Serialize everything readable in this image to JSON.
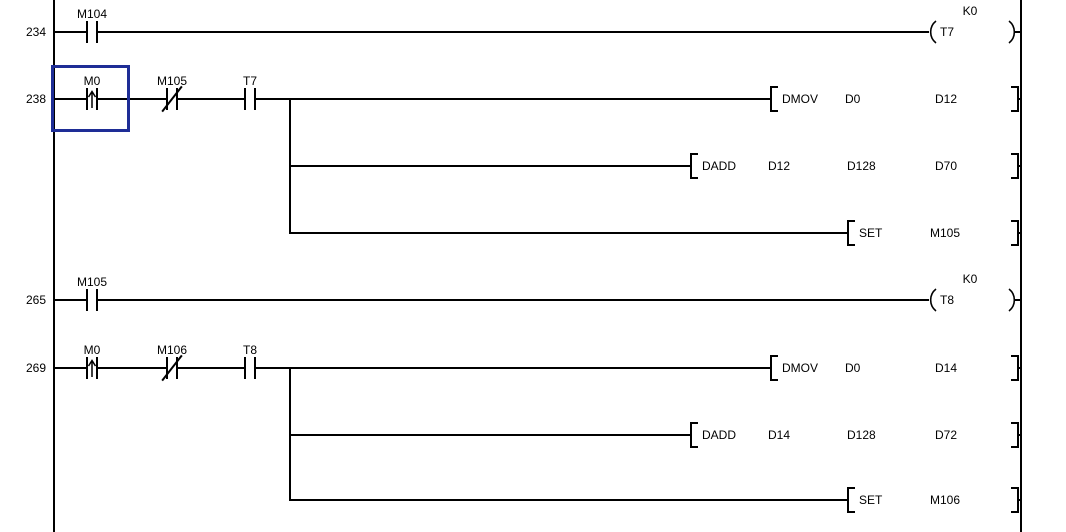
{
  "diagram": {
    "type": "plc-ladder-logic",
    "background_color": "#ffffff",
    "wire_color": "#000000",
    "selection_color": "#1e2d96",
    "selected_cell": {
      "rung": "238",
      "device": "M0"
    },
    "rungs": [
      {
        "number": "234",
        "contacts": [
          {
            "label": "M104",
            "type": "normally-open"
          }
        ],
        "coil": {
          "device": "T7",
          "preset": "K0"
        }
      },
      {
        "number": "238",
        "contacts": [
          {
            "label": "M0",
            "type": "rising-pulse",
            "selected": true
          },
          {
            "label": "M105",
            "type": "normally-closed"
          },
          {
            "label": "T7",
            "type": "normally-open"
          }
        ],
        "instructions": [
          {
            "name": "DMOV",
            "operands": [
              "D0",
              "D12"
            ]
          },
          {
            "name": "DADD",
            "operands": [
              "D12",
              "D128",
              "D70"
            ]
          },
          {
            "name": "SET",
            "operands": [
              "M105"
            ]
          }
        ]
      },
      {
        "number": "265",
        "contacts": [
          {
            "label": "M105",
            "type": "normally-open"
          }
        ],
        "coil": {
          "device": "T8",
          "preset": "K0"
        }
      },
      {
        "number": "269",
        "contacts": [
          {
            "label": "M0",
            "type": "rising-pulse"
          },
          {
            "label": "M106",
            "type": "normally-closed"
          },
          {
            "label": "T8",
            "type": "normally-open"
          }
        ],
        "instructions": [
          {
            "name": "DMOV",
            "operands": [
              "D0",
              "D14"
            ]
          },
          {
            "name": "DADD",
            "operands": [
              "D14",
              "D128",
              "D72"
            ]
          },
          {
            "name": "SET",
            "operands": [
              "M106"
            ]
          }
        ]
      }
    ]
  }
}
